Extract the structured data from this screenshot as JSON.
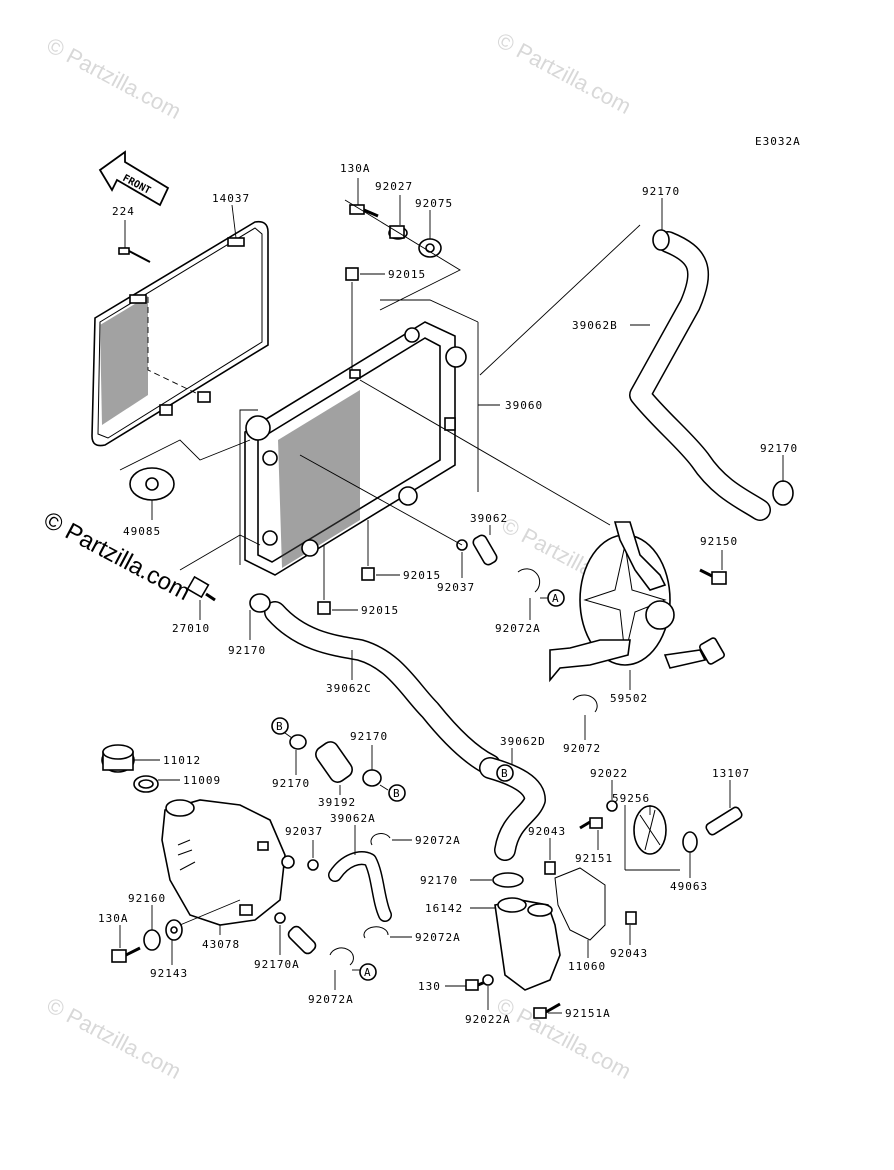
{
  "diagram": {
    "code": "E3032A",
    "front_label": "FRONT",
    "watermarks": [
      "© Partzilla.com",
      "© Partzilla.com",
      "© Partzilla.com",
      "© Partzilla.com",
      "© Partzilla.com"
    ],
    "main_watermark": "© Partzilla.com",
    "callout_a": "A",
    "callout_b": "B",
    "labels": {
      "l224": "224",
      "l14037": "14037",
      "l130a_top": "130A",
      "l92027": "92027",
      "l92075": "92075",
      "l92015_top": "92015",
      "l92170_tr": "92170",
      "l39062b": "39062B",
      "l39060": "39060",
      "l92170_r": "92170",
      "l49085": "49085",
      "l39062": "39062",
      "l92150": "92150",
      "l92015_mid": "92015",
      "l92037_mid": "92037",
      "l27010": "27010",
      "l92015_low": "92015",
      "l92072a_mid": "92072A",
      "l92170_left": "92170",
      "l39062c": "39062C",
      "l59502": "59502",
      "l92170_b": "92170",
      "l11012": "11012",
      "l11009": "11009",
      "l39062d": "39062D",
      "l92072": "92072",
      "l92170_c": "92170",
      "l39192": "39192",
      "l92022": "92022",
      "l59256": "59256",
      "l13107": "13107",
      "l92037_low": "92037",
      "l39062a": "39062A",
      "l92072a_b": "92072A",
      "l92043_a": "92043",
      "l92151": "92151",
      "l49063": "49063",
      "l92170_d": "92170",
      "l92160": "92160",
      "l16142": "16142",
      "l130a_low": "130A",
      "l43078": "43078",
      "l92043_b": "92043",
      "l92072a_c": "92072A",
      "l92143": "92143",
      "l92170a": "92170A",
      "l11060": "11060",
      "l130": "130",
      "l92072a_d": "92072A",
      "l92022a": "92022A",
      "l92151a": "92151A"
    }
  }
}
